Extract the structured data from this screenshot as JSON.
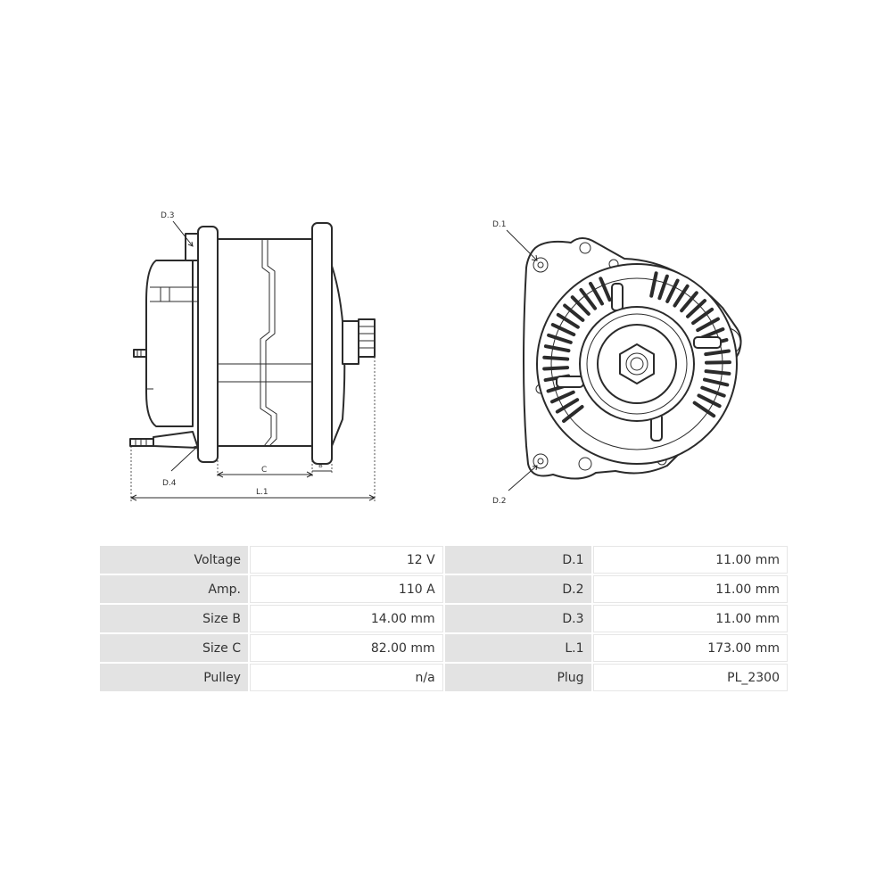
{
  "labels": {
    "d3": "D.3",
    "d4": "D.4",
    "c": "C",
    "b": "B",
    "l1": "L.1",
    "d1": "D.1",
    "d2": "D.2"
  },
  "specs": [
    {
      "left_label": "Voltage",
      "left_value": "12 V",
      "right_label": "D.1",
      "right_value": "11.00 mm"
    },
    {
      "left_label": "Amp.",
      "left_value": "110 A",
      "right_label": "D.2",
      "right_value": "11.00 mm"
    },
    {
      "left_label": "Size B",
      "left_value": "14.00 mm",
      "right_label": "D.3",
      "right_value": "11.00 mm"
    },
    {
      "left_label": "Size C",
      "left_value": "82.00 mm",
      "right_label": "L.1",
      "right_value": "173.00 mm"
    },
    {
      "left_label": "Pulley",
      "left_value": "n/a",
      "right_label": "Plug",
      "right_value": "PL_2300"
    }
  ]
}
